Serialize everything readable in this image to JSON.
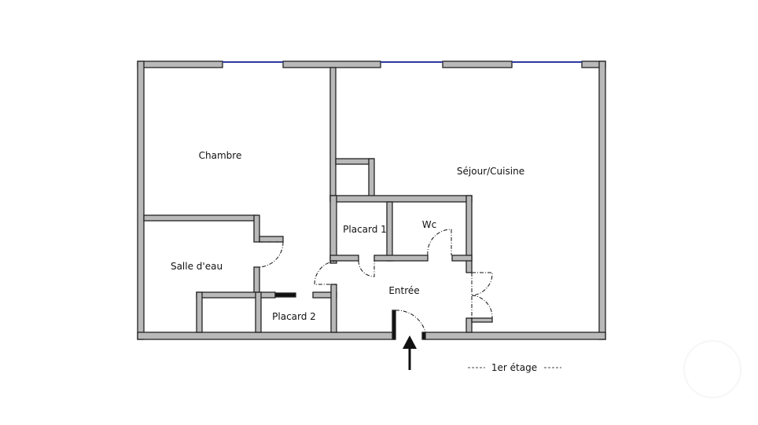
{
  "rooms": {
    "chambre": "Chambre",
    "sejour": "Séjour/Cuisine",
    "placard1": "Placard 1",
    "wc": "Wc",
    "salle_eau": "Salle d'eau",
    "entree": "Entrée",
    "placard2": "Placard 2"
  },
  "legend": {
    "floor": "1er étage"
  },
  "colors": {
    "wall_fill": "#b9b9b9",
    "wall_stroke": "#222222",
    "window": "#2a3a9e",
    "arrow": "#111111"
  }
}
